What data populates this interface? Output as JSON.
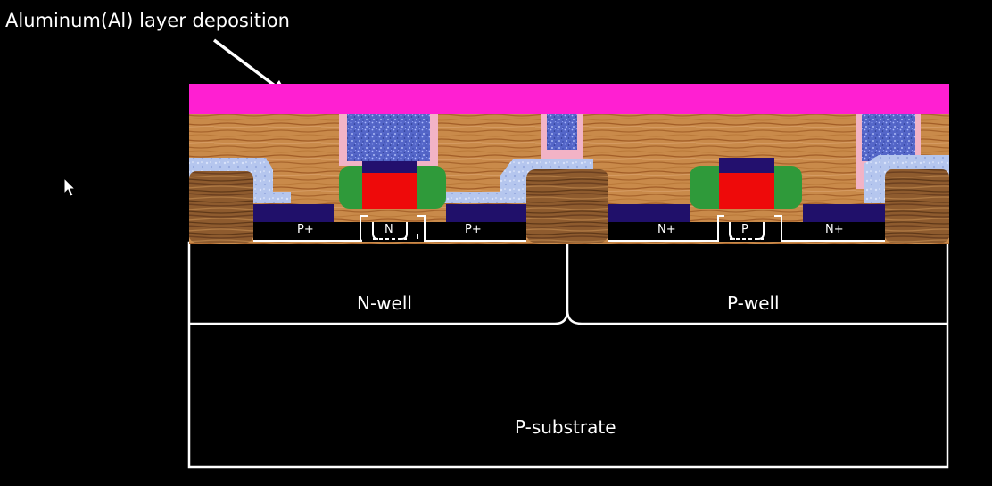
{
  "title": "Aluminum(Al) layer deposition",
  "regions": {
    "n_well": "N-well",
    "p_well": "P-well",
    "p_substrate": "P-substrate"
  },
  "diffusions": {
    "pmos_source": "P+",
    "pmos_channel": "N",
    "pmos_drain": "P+",
    "nmos_source": "N+",
    "nmos_channel": "P",
    "nmos_drain": "N+"
  },
  "colors": {
    "background": "#000000",
    "aluminum": "#ff1fd2",
    "oxide_wood": "#c98a4a",
    "field_oxide": "#8a5a2c",
    "contact_metal": "#5b6fd6",
    "gate_poly": "#ee0a0a",
    "gate_cap": "#23106e",
    "spacer": "#2f9a3a",
    "diffusion": "#20106a",
    "barrier": "#b8c8ef",
    "outline": "#ffffff"
  },
  "icons": {
    "pointer": "mouse-pointer-icon",
    "annotation_arrow": "arrow-icon"
  }
}
